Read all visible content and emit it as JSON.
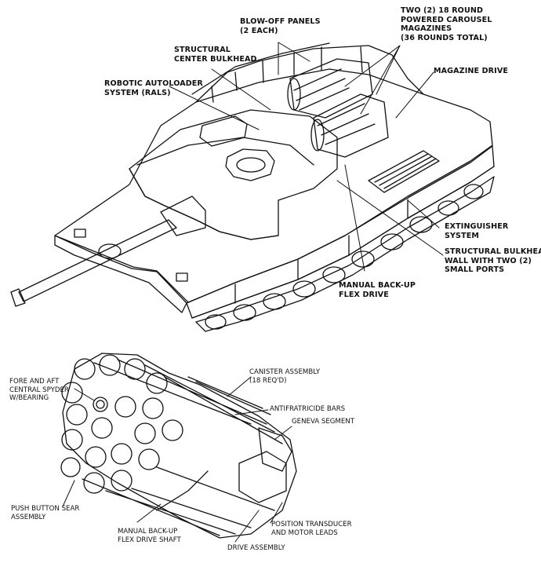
{
  "tank_labels": {
    "blowoff": [
      "BLOW-OFF PANELS",
      "(2 EACH)"
    ],
    "magazines": [
      "TWO (2) 18 ROUND",
      "POWERED CAROUSEL",
      "MAGAZINES",
      "(36 ROUNDS TOTAL)"
    ],
    "bulkhead_center": [
      "STRUCTURAL",
      "CENTER BULKHEAD"
    ],
    "magazine_drive": [
      "MAGAZINE DRIVE"
    ],
    "autoloader": [
      "ROBOTIC AUTOLOADER",
      "SYSTEM (RALS)"
    ],
    "extinguisher": [
      "EXTINGUISHER",
      "SYSTEM"
    ],
    "bulkhead_wall": [
      "STRUCTURAL BULKHEAD",
      "WALL WITH TWO (2)",
      "SMALL PORTS"
    ],
    "flex_drive": [
      "MANUAL BACK-UP",
      "FLEX DRIVE"
    ]
  },
  "carousel_labels": {
    "spyder": [
      "FORE AND AFT",
      "CENTRAL SPYDER",
      "W/BEARING"
    ],
    "canister": [
      "CANISTER ASSEMBLY",
      "(18 REQ'D)"
    ],
    "antifratricide": [
      "ANTIFRATRICIDE BARS"
    ],
    "geneva": [
      "GENEVA SEGMENT"
    ],
    "push_button": [
      "PUSH BUTTON SEAR",
      "ASSEMBLY"
    ],
    "flex_shaft": [
      "MANUAL BACK-UP",
      "FLEX DRIVE SHAFT"
    ],
    "transducer": [
      "POSITION TRANSDUCER",
      "AND MOTOR LEADS"
    ],
    "drive_assembly": [
      "DRIVE ASSEMBLY"
    ]
  },
  "colors": {
    "ink": "#111111",
    "paper": "#ffffff"
  }
}
